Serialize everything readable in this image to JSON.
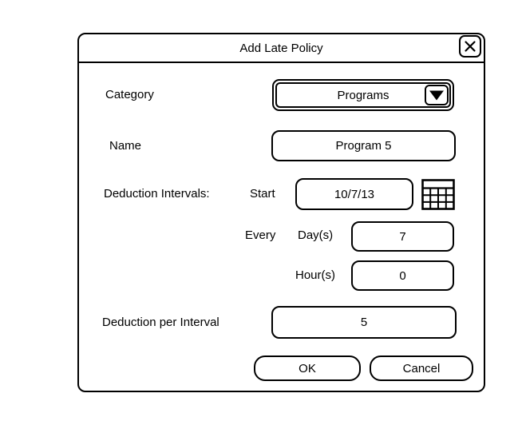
{
  "window": {
    "title": "Add Late Policy"
  },
  "form": {
    "category": {
      "label": "Category",
      "value": "Programs"
    },
    "name": {
      "label": "Name",
      "value": "Program 5"
    },
    "deduction_intervals": {
      "label": "Deduction Intervals:",
      "start_label": "Start",
      "start_value": "10/7/13",
      "every_label": "Every",
      "days_label": "Day(s)",
      "days_value": "7",
      "hours_label": "Hour(s)",
      "hours_value": "0"
    },
    "deduction_per_interval": {
      "label": "Deduction per Interval",
      "value": "5"
    }
  },
  "buttons": {
    "ok": "OK",
    "cancel": "Cancel"
  },
  "icons": {
    "close": "close-icon",
    "dropdown": "chevron-down-icon",
    "calendar": "calendar-icon"
  },
  "colors": {
    "stroke": "#000000",
    "background": "#ffffff"
  }
}
